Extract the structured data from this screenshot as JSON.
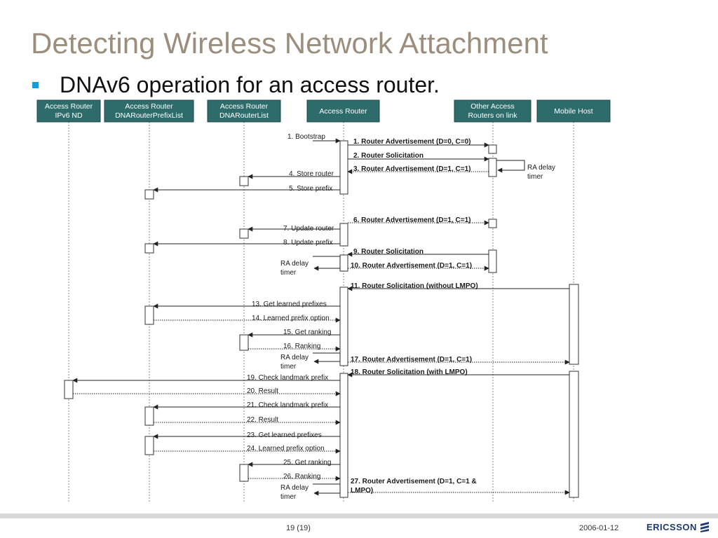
{
  "title": "Detecting Wireless Network Attachment",
  "bullet": "DNAv6 operation for an access router.",
  "actors": [
    {
      "lines": [
        "Access Router",
        "IPv6 ND"
      ]
    },
    {
      "lines": [
        "Access Router",
        "DNARouterPrefixList"
      ]
    },
    {
      "lines": [
        "Access Router",
        "DNARouterList"
      ]
    },
    {
      "lines": [
        "Access Router"
      ]
    },
    {
      "lines": [
        "Other Access",
        "Routers on link"
      ]
    },
    {
      "lines": [
        "Mobile Host"
      ]
    }
  ],
  "messages": [
    {
      "label": "1. Bootstrap",
      "bold": false
    },
    {
      "label": "1. Router Advertisement (D=0, C=0)",
      "bold": true
    },
    {
      "label": "2. Router Solicitation",
      "bold": true
    },
    {
      "label": "3. Router Advertisement (D=1, C=1)",
      "bold": true
    },
    {
      "label": "4. Store router",
      "bold": false
    },
    {
      "label": "5. Store prefix",
      "bold": false
    },
    {
      "label": "6. Router Advertisement (D=1, C=1)",
      "bold": true
    },
    {
      "label": "7. Update router",
      "bold": false
    },
    {
      "label": "8. Update prefix",
      "bold": false
    },
    {
      "label": "9. Router Solicitation",
      "bold": true
    },
    {
      "label": "10. Router Advertisement (D=1, C=1)",
      "bold": true
    },
    {
      "label": "11. Router Solicitation (without LMPO)",
      "bold": true
    },
    {
      "label": "13. Get learned prefixes",
      "bold": false
    },
    {
      "label": "14. Learned prefix option",
      "bold": false
    },
    {
      "label": "15. Get ranking",
      "bold": false
    },
    {
      "label": "16. Ranking",
      "bold": false
    },
    {
      "label": "17. Router Advertisement (D=1, C=1)",
      "bold": true
    },
    {
      "label": "18. Router Solicitation (with LMPO)",
      "bold": true
    },
    {
      "label": "19. Check landmark prefix",
      "bold": false
    },
    {
      "label": "20. Result",
      "bold": false
    },
    {
      "label": "21. Check landmark prefix",
      "bold": false
    },
    {
      "label": "22. Result",
      "bold": false
    },
    {
      "label": "23. Get learned prefixes",
      "bold": false
    },
    {
      "label": "24. Learned prefix option",
      "bold": false
    },
    {
      "label": "25. Get ranking",
      "bold": false
    },
    {
      "label": "26. Ranking",
      "bold": false
    },
    {
      "label": "27. Router Advertisement (D=1, C=1 &",
      "label2": "LMPO)",
      "bold": true
    }
  ],
  "timers": [
    {
      "lines": [
        "RA delay",
        "timer"
      ]
    },
    {
      "lines": [
        "RA delay",
        "timer"
      ]
    },
    {
      "lines": [
        "RA delay",
        "timer"
      ]
    },
    {
      "lines": [
        "RA delay",
        "timer"
      ]
    }
  ],
  "footer": {
    "page": "19 (19)",
    "date": "2006-01-12",
    "brand": "ERICSSON"
  },
  "colors": {
    "actor_fill": "#2e6b6b",
    "title": "#9c8e7c",
    "bullet": "#1a9ad6",
    "brand": "#1f3a73"
  }
}
